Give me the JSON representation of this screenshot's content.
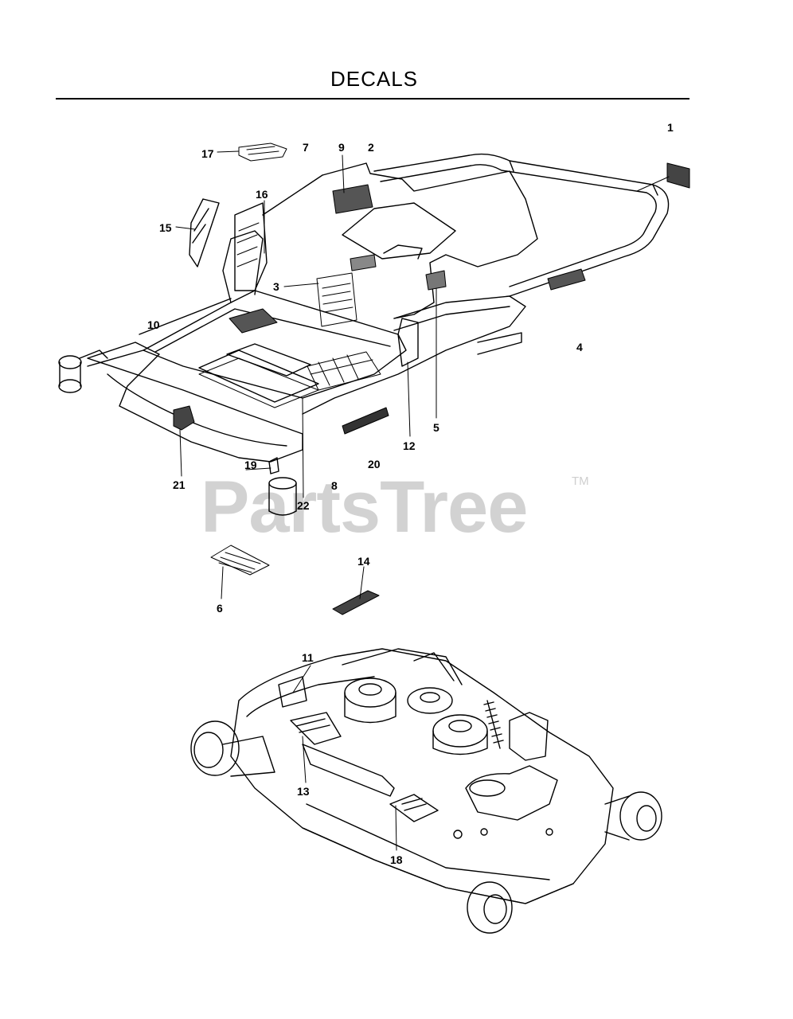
{
  "page": {
    "title": "DECALS"
  },
  "watermark": {
    "text": "PartsTree",
    "mark": "TM"
  },
  "callouts": [
    {
      "id": "c1",
      "label": "1"
    },
    {
      "id": "c2",
      "label": "2"
    },
    {
      "id": "c3",
      "label": "3"
    },
    {
      "id": "c4",
      "label": "4"
    },
    {
      "id": "c5",
      "label": "5"
    },
    {
      "id": "c6",
      "label": "6"
    },
    {
      "id": "c7",
      "label": "7"
    },
    {
      "id": "c8",
      "label": "8"
    },
    {
      "id": "c9",
      "label": "9"
    },
    {
      "id": "c10",
      "label": "10"
    },
    {
      "id": "c11",
      "label": "11"
    },
    {
      "id": "c12",
      "label": "12"
    },
    {
      "id": "c13",
      "label": "13"
    },
    {
      "id": "c14",
      "label": "14"
    },
    {
      "id": "c15",
      "label": "15"
    },
    {
      "id": "c16",
      "label": "16"
    },
    {
      "id": "c17",
      "label": "17"
    },
    {
      "id": "c18",
      "label": "18"
    },
    {
      "id": "c19",
      "label": "19"
    },
    {
      "id": "c20",
      "label": "20"
    },
    {
      "id": "c21",
      "label": "21"
    },
    {
      "id": "c22",
      "label": "22"
    }
  ]
}
